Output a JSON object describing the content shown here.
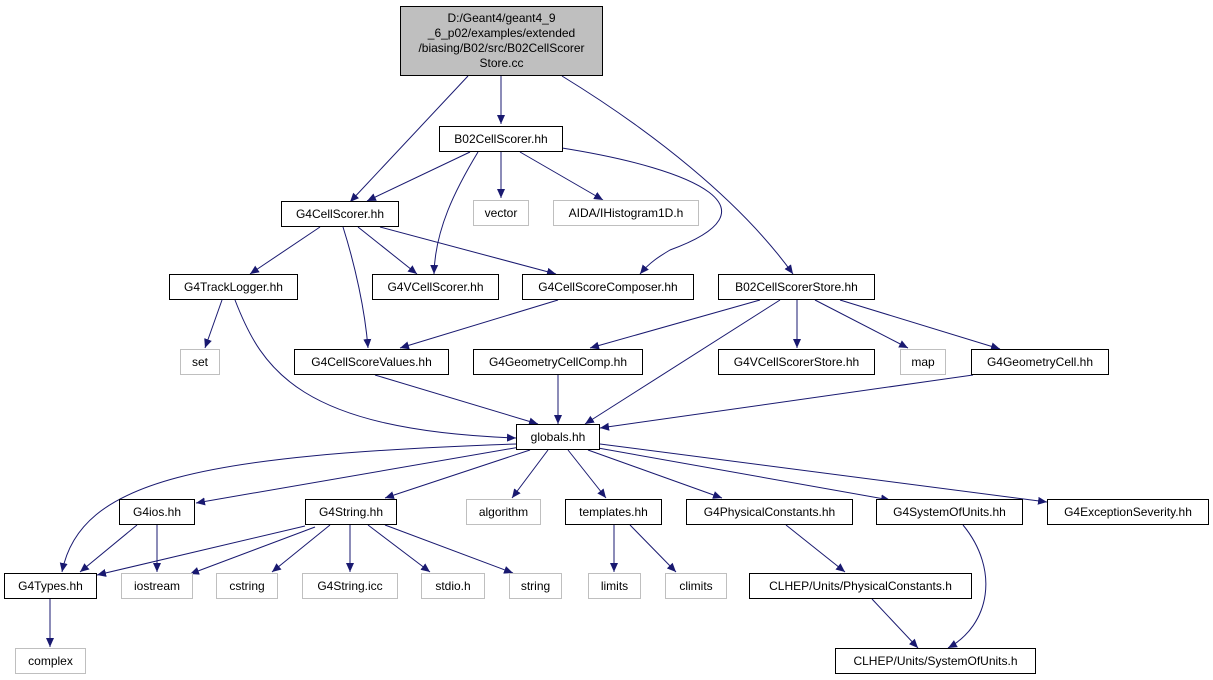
{
  "root": {
    "lines": [
      "D:/Geant4/geant4_9",
      "_6_p02/examples/extended",
      "/biasing/B02/src/B02CellScorer",
      "Store.cc"
    ]
  },
  "nodes": {
    "B02CellScorer": "B02CellScorer.hh",
    "G4CellScorer": "G4CellScorer.hh",
    "vector": "vector",
    "AIDA": "AIDA/IHistogram1D.h",
    "G4TrackLogger": "G4TrackLogger.hh",
    "G4VCellScorer": "G4VCellScorer.hh",
    "G4CellScoreComposer": "G4CellScoreComposer.hh",
    "B02CellScorerStore": "B02CellScorerStore.hh",
    "set": "set",
    "G4CellScoreValues": "G4CellScoreValues.hh",
    "G4GeometryCellComp": "G4GeometryCellComp.hh",
    "G4VCellScorerStore": "G4VCellScorerStore.hh",
    "map": "map",
    "G4GeometryCell": "G4GeometryCell.hh",
    "globals": "globals.hh",
    "G4ios": "G4ios.hh",
    "G4String": "G4String.hh",
    "algorithm": "algorithm",
    "templates": "templates.hh",
    "G4PhysicalConstants": "G4PhysicalConstants.hh",
    "G4SystemOfUnits": "G4SystemOfUnits.hh",
    "G4ExceptionSeverity": "G4ExceptionSeverity.hh",
    "G4Types": "G4Types.hh",
    "iostream": "iostream",
    "cstring": "cstring",
    "G4StringIcc": "G4String.icc",
    "stdio": "stdio.h",
    "string": "string",
    "limits": "limits",
    "climits": "climits",
    "CLHEPPhys": "CLHEP/Units/PhysicalConstants.h",
    "complex": "complex",
    "CLHEPUnits": "CLHEP/Units/SystemOfUnits.h"
  },
  "colors": {
    "edge": "#191970",
    "root_fill": "#bfbfbf",
    "system_border": "#bfbfbf"
  }
}
